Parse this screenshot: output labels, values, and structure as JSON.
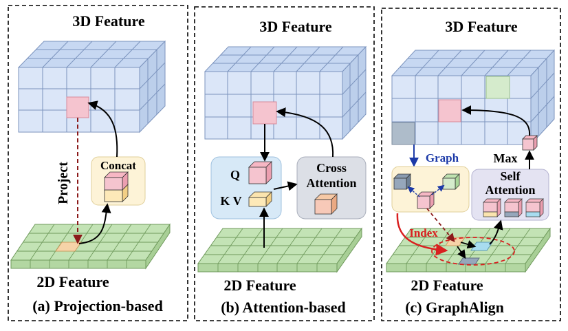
{
  "panels": {
    "a": {
      "top_label": "3D Feature",
      "bottom_label": "2D Feature",
      "caption": "(a) Projection-based",
      "concat_label": "Concat",
      "project_label": "Project"
    },
    "b": {
      "top_label": "3D Feature",
      "bottom_label": "2D Feature",
      "caption": "(b) Attention-based",
      "q_label": "Q",
      "kv_label": "K V",
      "cross_attention_label": [
        "Cross",
        "Attention"
      ]
    },
    "c": {
      "top_label": "3D Feature",
      "bottom_label": "2D Feature",
      "caption": "(c) GraphAlign",
      "graph_label": "Graph",
      "max_label": "Max",
      "self_attention_label": [
        "Self",
        "Attention"
      ],
      "index_label": "Index"
    }
  },
  "colors": {
    "cube_front": "#dbe6f8",
    "cube_top": "#c7d8f2",
    "cube_side": "#bccfeb",
    "grid_line": "#7b93bd",
    "voxel_red": "#f5c4cf",
    "voxel_green": "#d5ebcc",
    "voxel_gray": "#aebcca",
    "plane_green": "#c3e3b5",
    "plane_line": "#6f9a5c",
    "box_yellow": "#fdf3d7",
    "box_blue": "#d7e9f7",
    "box_gray": "#dcdfe6",
    "box_lavender": "#e4e3f2",
    "arrow_red": "#d92020",
    "arrow_blue": "#1c3aa8",
    "dash_brown": "#8b1a1a"
  }
}
